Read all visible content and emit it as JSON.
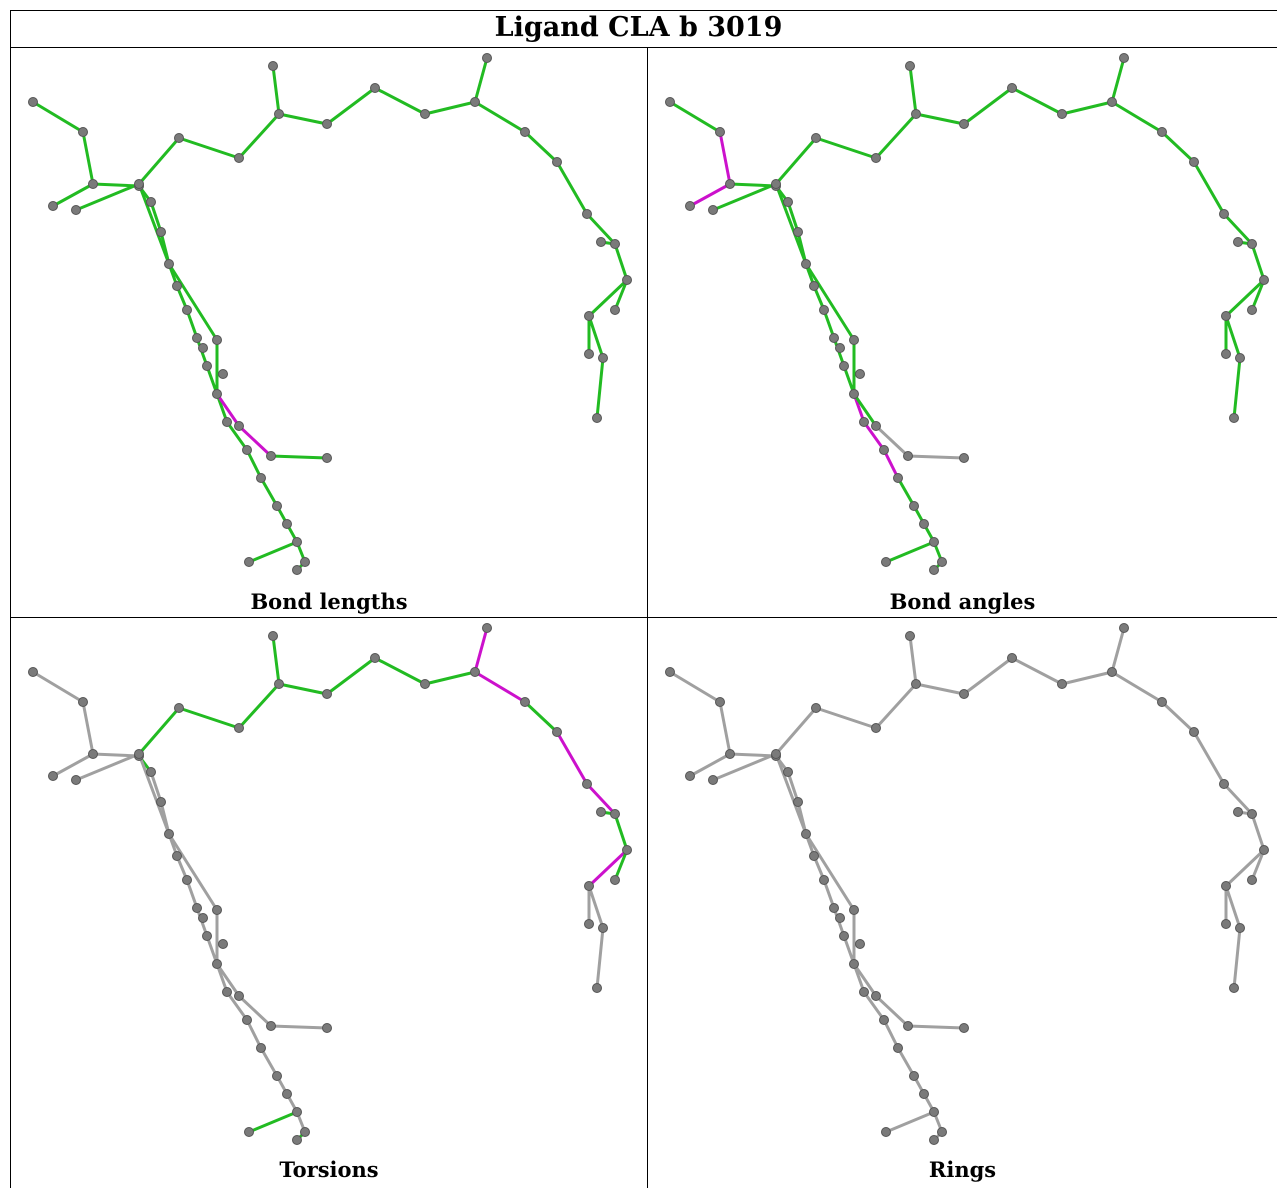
{
  "title": "Ligand CLA b 3019",
  "colors": {
    "ok": "#22bb22",
    "outlier": "#cc11cc",
    "neutral": "#a0a0a0",
    "atom": "#7a7a7a"
  },
  "panels": [
    {
      "caption": "Bond lengths"
    },
    {
      "caption": "Bond angles"
    },
    {
      "caption": "Torsions"
    },
    {
      "caption": "Rings"
    }
  ]
}
